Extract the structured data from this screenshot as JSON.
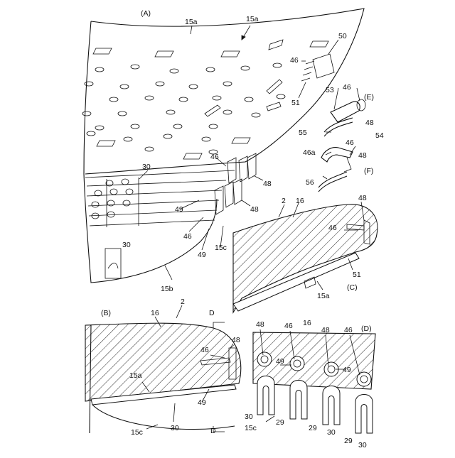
{
  "panels": {
    "A": "(A)",
    "B": "(B)",
    "C": "(C)",
    "D": "(D)",
    "E": "(E)",
    "F": "(F)"
  },
  "labels": {
    "l15a_1": "15a",
    "l15a_2": "15a",
    "l50": "50",
    "l46_a1": "46",
    "l51_a": "51",
    "l53": "53",
    "l46_e": "46",
    "l48_e": "48",
    "l55": "55",
    "l54": "54",
    "l46a": "46a",
    "l46_f": "46",
    "l48_f": "48",
    "l56": "56",
    "l30_a1": "30",
    "l46_a2": "46",
    "l48_a1": "48",
    "l48_a2": "48",
    "l49_a": "49",
    "l46_a3": "46",
    "l49_a2": "49",
    "l15c_a": "15c",
    "l30_a2": "30",
    "l15b": "15b",
    "l2_c": "2",
    "l16_c": "16",
    "l48_c": "48",
    "l46_c": "46",
    "l51_c": "51",
    "l15a_c": "15a",
    "l16_b": "16",
    "l2_b": "2",
    "lD_top": "D",
    "l46_b": "46",
    "l48_b": "48",
    "l15a_b": "15a",
    "l49_b": "49",
    "l15c_b": "15c",
    "l30_b": "30",
    "lD_bot": "D",
    "l48_d1": "48",
    "l46_d1": "46",
    "l16_d": "16",
    "l48_d2": "48",
    "l46_d2": "46",
    "l49_d1": "49",
    "l49_d2": "49",
    "l30_d1": "30",
    "l15c_d": "15c",
    "l29_d1": "29",
    "l29_d2": "29",
    "l30_d2": "30",
    "l29_d3": "29",
    "l30_d3": "30"
  }
}
